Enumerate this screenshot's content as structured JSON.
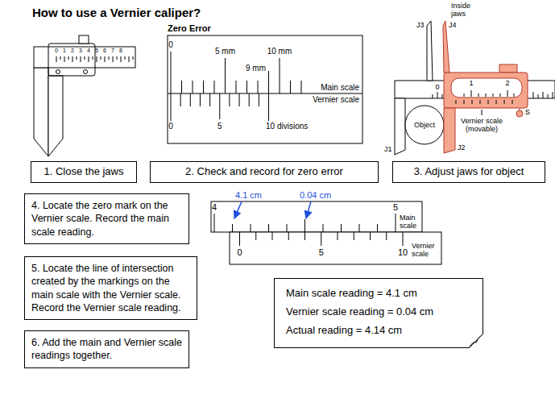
{
  "diagram": {
    "title": "How to use a Vernier caliper?",
    "nodes": [
      {
        "text": [
          "1. Close the jaws"
        ]
      },
      {
        "text": [
          "2. Check and record for zero error"
        ]
      },
      {
        "text": [
          "3. Adjust jaws for object"
        ]
      },
      {
        "text": [
          "4. Locate the zero mark on the Vernier scale. Record the main scale reading."
        ]
      },
      {
        "text": [
          "5. Locate the line of intersection created by the markings on the main scale with the Vernier scale. Record the Vernier scale reading."
        ]
      },
      {
        "text": [
          "6. Add the main and Vernier scale readings together."
        ]
      },
      {
        "text": [
          "Main scale reading = 4.1 cm",
          "Vernier scale reading = 0.04 cm",
          "Actual reading = 4.14 cm"
        ]
      }
    ],
    "labels": [
      "0",
      "1",
      "2",
      "3",
      "4",
      "5",
      "6",
      "7",
      "8",
      "Zero Error",
      "0",
      "5 mm",
      "10 mm",
      "9 mm",
      "Main scale",
      "Vernier scale",
      "0",
      "5",
      "10 divisions",
      "Inside jaws",
      "J3",
      "J4",
      "0",
      "1",
      "2",
      "Vernier scale (movable)",
      "S",
      "Object",
      "J1",
      "J2",
      "4.1 cm",
      "0.04 cm",
      "4",
      "5",
      "Main scale",
      "0",
      "5",
      "10",
      "Vernier scale"
    ]
  }
}
